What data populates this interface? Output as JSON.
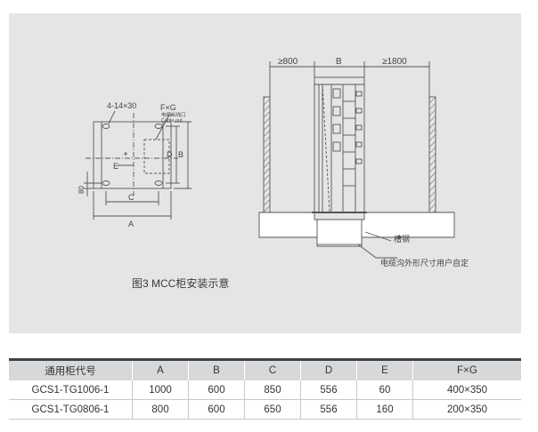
{
  "figure": {
    "caption": "图3 MCC柜安装示意",
    "plan": {
      "bolt_label": "4-14×30",
      "fg_label": "F×G",
      "cable_outlet_cn": "电缆出线口",
      "cable_outlet_en": "Cable out",
      "dim_E": "E",
      "dim_C": "C",
      "dim_A": "A",
      "dim_D": "D",
      "dim_B": "B",
      "dim_80": "80"
    },
    "elevation": {
      "left_clearance": "≥800",
      "width_label": "B",
      "right_clearance": "≥1800",
      "channel_steel": "槽钢",
      "trench_note": "电缆沟外形尺寸用户自定"
    }
  },
  "table": {
    "headers": [
      "通用柜代号",
      "A",
      "B",
      "C",
      "D",
      "E",
      "F×G"
    ],
    "rows": [
      [
        "GCS1-TG1006-1",
        "1000",
        "600",
        "850",
        "556",
        "60",
        "400×350"
      ],
      [
        "GCS1-TG0806-1",
        "800",
        "600",
        "650",
        "556",
        "160",
        "200×350"
      ]
    ]
  }
}
